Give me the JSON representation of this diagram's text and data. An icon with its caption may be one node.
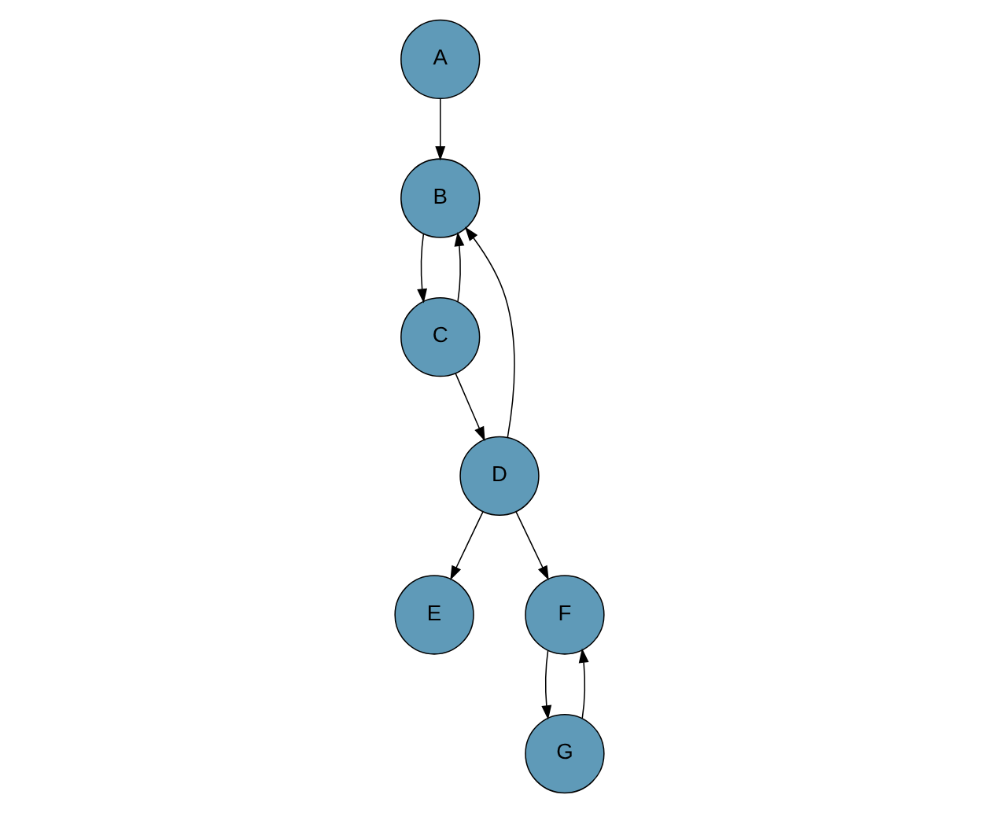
{
  "diagram": {
    "nodes": [
      {
        "text": [
          "A"
        ]
      },
      {
        "text": [
          "B"
        ]
      },
      {
        "text": [
          "C"
        ]
      },
      {
        "text": [
          "D"
        ]
      },
      {
        "text": [
          "E"
        ]
      },
      {
        "text": [
          "F"
        ]
      },
      {
        "text": [
          "G"
        ]
      }
    ],
    "edges": [
      {
        "from": 0,
        "to": 1,
        "arrow": "to"
      },
      {
        "from": 1,
        "to": 2,
        "arrow": "to"
      },
      {
        "from": 2,
        "to": 1,
        "arrow": "to"
      },
      {
        "from": 2,
        "to": 3,
        "arrow": "to"
      },
      {
        "from": 3,
        "to": 1,
        "arrow": "to"
      },
      {
        "from": 3,
        "to": 4,
        "arrow": "to"
      },
      {
        "from": 3,
        "to": 5,
        "arrow": "to"
      },
      {
        "from": 5,
        "to": 6,
        "arrow": "to"
      },
      {
        "from": 6,
        "to": 5,
        "arrow": "to"
      }
    ]
  }
}
